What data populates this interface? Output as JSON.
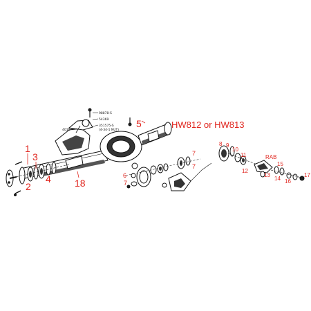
{
  "callouts": {
    "c1": "1",
    "c2": "2",
    "c3": "3",
    "c4": "4",
    "c5": "5",
    "c6": "6",
    "c7a": "7",
    "c7b": "7",
    "c7c": "7",
    "c8": "8",
    "c9": "9",
    "c10": "10",
    "c11": "11",
    "c12": "12",
    "c13": "13",
    "c14": "14",
    "c15": "15",
    "c16": "16",
    "c17": "17",
    "c18": "18",
    "rab": "RAB",
    "hw": "HW812 or HW813"
  },
  "part_labels": {
    "l1": "98878-S",
    "l2": "54369",
    "l3": "351575-S",
    "l4": "(4-34-1 NUT)",
    "l5": "4010"
  },
  "colors": {
    "callout": "#e0261f",
    "line": "#111111",
    "background": "#ffffff"
  }
}
